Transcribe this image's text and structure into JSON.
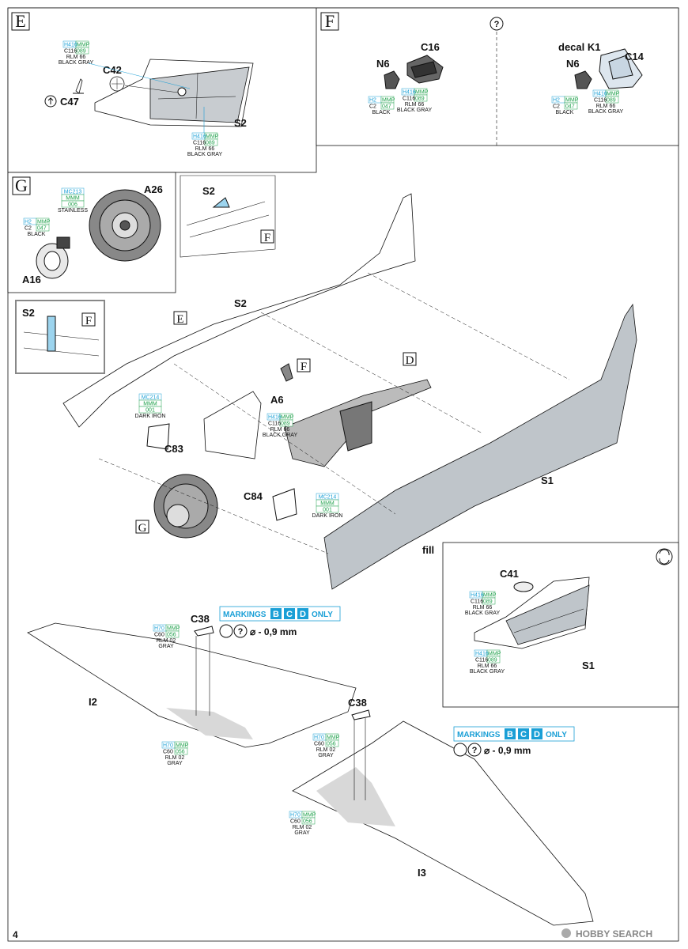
{
  "page_number": "4",
  "watermark": "HOBBY SEARCH",
  "panels": {
    "E": {
      "letter": "E",
      "parts": [
        "C42",
        "C47",
        "S2"
      ],
      "callouts": [
        {
          "h": "H416",
          "m": "MMP",
          "c": "C116",
          "n": "089",
          "name1": "RLM 66",
          "name2": "BLACK GRAY"
        },
        {
          "h": "H416",
          "m": "MMP",
          "c": "C116",
          "n": "089",
          "name1": "RLM 66",
          "name2": "BLACK GRAY"
        }
      ]
    },
    "F": {
      "letter": "F",
      "parts": [
        "N6",
        "C16",
        "N6",
        "C14"
      ],
      "decal": "decal K1",
      "option_symbol": "?",
      "callouts": [
        {
          "h": "H2",
          "m": "MMP",
          "c": "C2",
          "n": "047",
          "name1": "BLACK",
          "name2": ""
        },
        {
          "h": "H416",
          "m": "MMP",
          "c": "C116",
          "n": "089",
          "name1": "RLM 66",
          "name2": "BLACK GRAY"
        },
        {
          "h": "H2",
          "m": "MMP",
          "c": "C2",
          "n": "047",
          "name1": "BLACK",
          "name2": ""
        },
        {
          "h": "H416",
          "m": "MMP",
          "c": "C116",
          "n": "089",
          "name1": "RLM 66",
          "name2": "BLACK GRAY"
        }
      ]
    },
    "G": {
      "letter": "G",
      "parts": [
        "A26",
        "A16"
      ],
      "callouts": [
        {
          "h": "MC213",
          "m": "MMM",
          "c": "",
          "n": "006",
          "name1": "STAINLESS",
          "name2": ""
        },
        {
          "h": "H2",
          "m": "MMP",
          "c": "C2",
          "n": "047",
          "name1": "BLACK",
          "name2": ""
        }
      ]
    }
  },
  "main_parts": [
    "S2",
    "S2",
    "S2",
    "A6",
    "C83",
    "C84",
    "S1",
    "fill",
    "D",
    "E",
    "F",
    "F",
    "F",
    "G"
  ],
  "main_callouts": [
    {
      "h": "MC214",
      "m": "MMM",
      "c": "",
      "n": "001",
      "name1": "DARK IRON",
      "name2": ""
    },
    {
      "h": "H416",
      "m": "MMP",
      "c": "C116",
      "n": "089",
      "name1": "RLM 66",
      "name2": "BLACK GRAY"
    },
    {
      "h": "MC214",
      "m": "MMM",
      "c": "",
      "n": "001",
      "name1": "DARK IRON",
      "name2": ""
    }
  ],
  "inset_s1": {
    "parts": [
      "C41",
      "S1"
    ],
    "callouts": [
      {
        "h": "H416",
        "m": "MMP",
        "c": "C116",
        "n": "089",
        "name1": "RLM 66",
        "name2": "BLACK GRAY"
      },
      {
        "h": "H416",
        "m": "MMP",
        "c": "C116",
        "n": "089",
        "name1": "RLM 66",
        "name2": "BLACK GRAY"
      }
    ]
  },
  "wings": {
    "left": {
      "part": "I2",
      "strut": "C38",
      "callouts": [
        {
          "h": "H70",
          "m": "MMP",
          "c": "C60",
          "n": "056",
          "name1": "RLM 02",
          "name2": "GRAY"
        },
        {
          "h": "H70",
          "m": "MMP",
          "c": "C60",
          "n": "056",
          "name1": "RLM 02",
          "name2": "GRAY"
        }
      ]
    },
    "right": {
      "part": "I3",
      "strut": "C38",
      "callouts": [
        {
          "h": "H70",
          "m": "MMP",
          "c": "C60",
          "n": "056",
          "name1": "RLM 02",
          "name2": "GRAY"
        },
        {
          "h": "H70",
          "m": "MMP",
          "c": "C60",
          "n": "056",
          "name1": "RLM 02",
          "name2": "GRAY"
        }
      ]
    },
    "markings_label": "MARKINGS",
    "markings_letters": [
      "B",
      "C",
      "D"
    ],
    "markings_suffix": "ONLY",
    "drill_note": "⌀ - 0,9 mm"
  }
}
